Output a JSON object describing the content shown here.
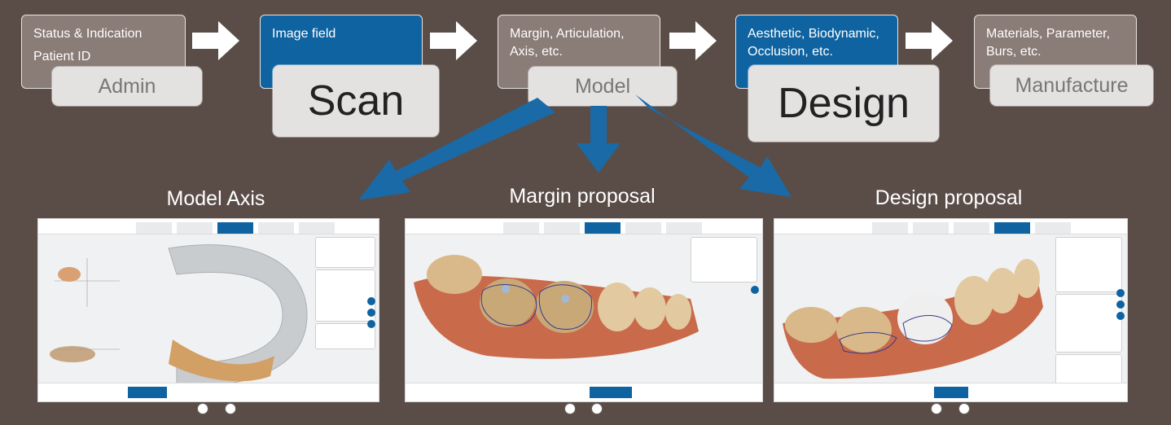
{
  "stages": [
    {
      "top_lines": [
        "Status & Indication",
        "Patient ID"
      ],
      "label": "Admin"
    },
    {
      "top_lines": [
        "Image field"
      ],
      "label": "Scan"
    },
    {
      "top_lines": [
        "Margin, Articulation,",
        "Axis, etc."
      ],
      "label": "Model"
    },
    {
      "top_lines": [
        "Aesthetic, Biodynamic,",
        "Occlusion, etc."
      ],
      "label": "Design"
    },
    {
      "top_lines": [
        "Materials, Parameter,",
        "Burs, etc."
      ],
      "label": "Manufacture"
    }
  ],
  "captions": [
    "Model Axis",
    "Margin proposal",
    "Design proposal"
  ],
  "colors": {
    "background": "#5a4d47",
    "gray_box": "#8a7c77",
    "blue_box": "#0f63a0",
    "label_box": "#e4e2e1",
    "flow_arrow": "#1a6aa8",
    "tooth": "#d9b98a",
    "gum": "#c96a4a"
  }
}
